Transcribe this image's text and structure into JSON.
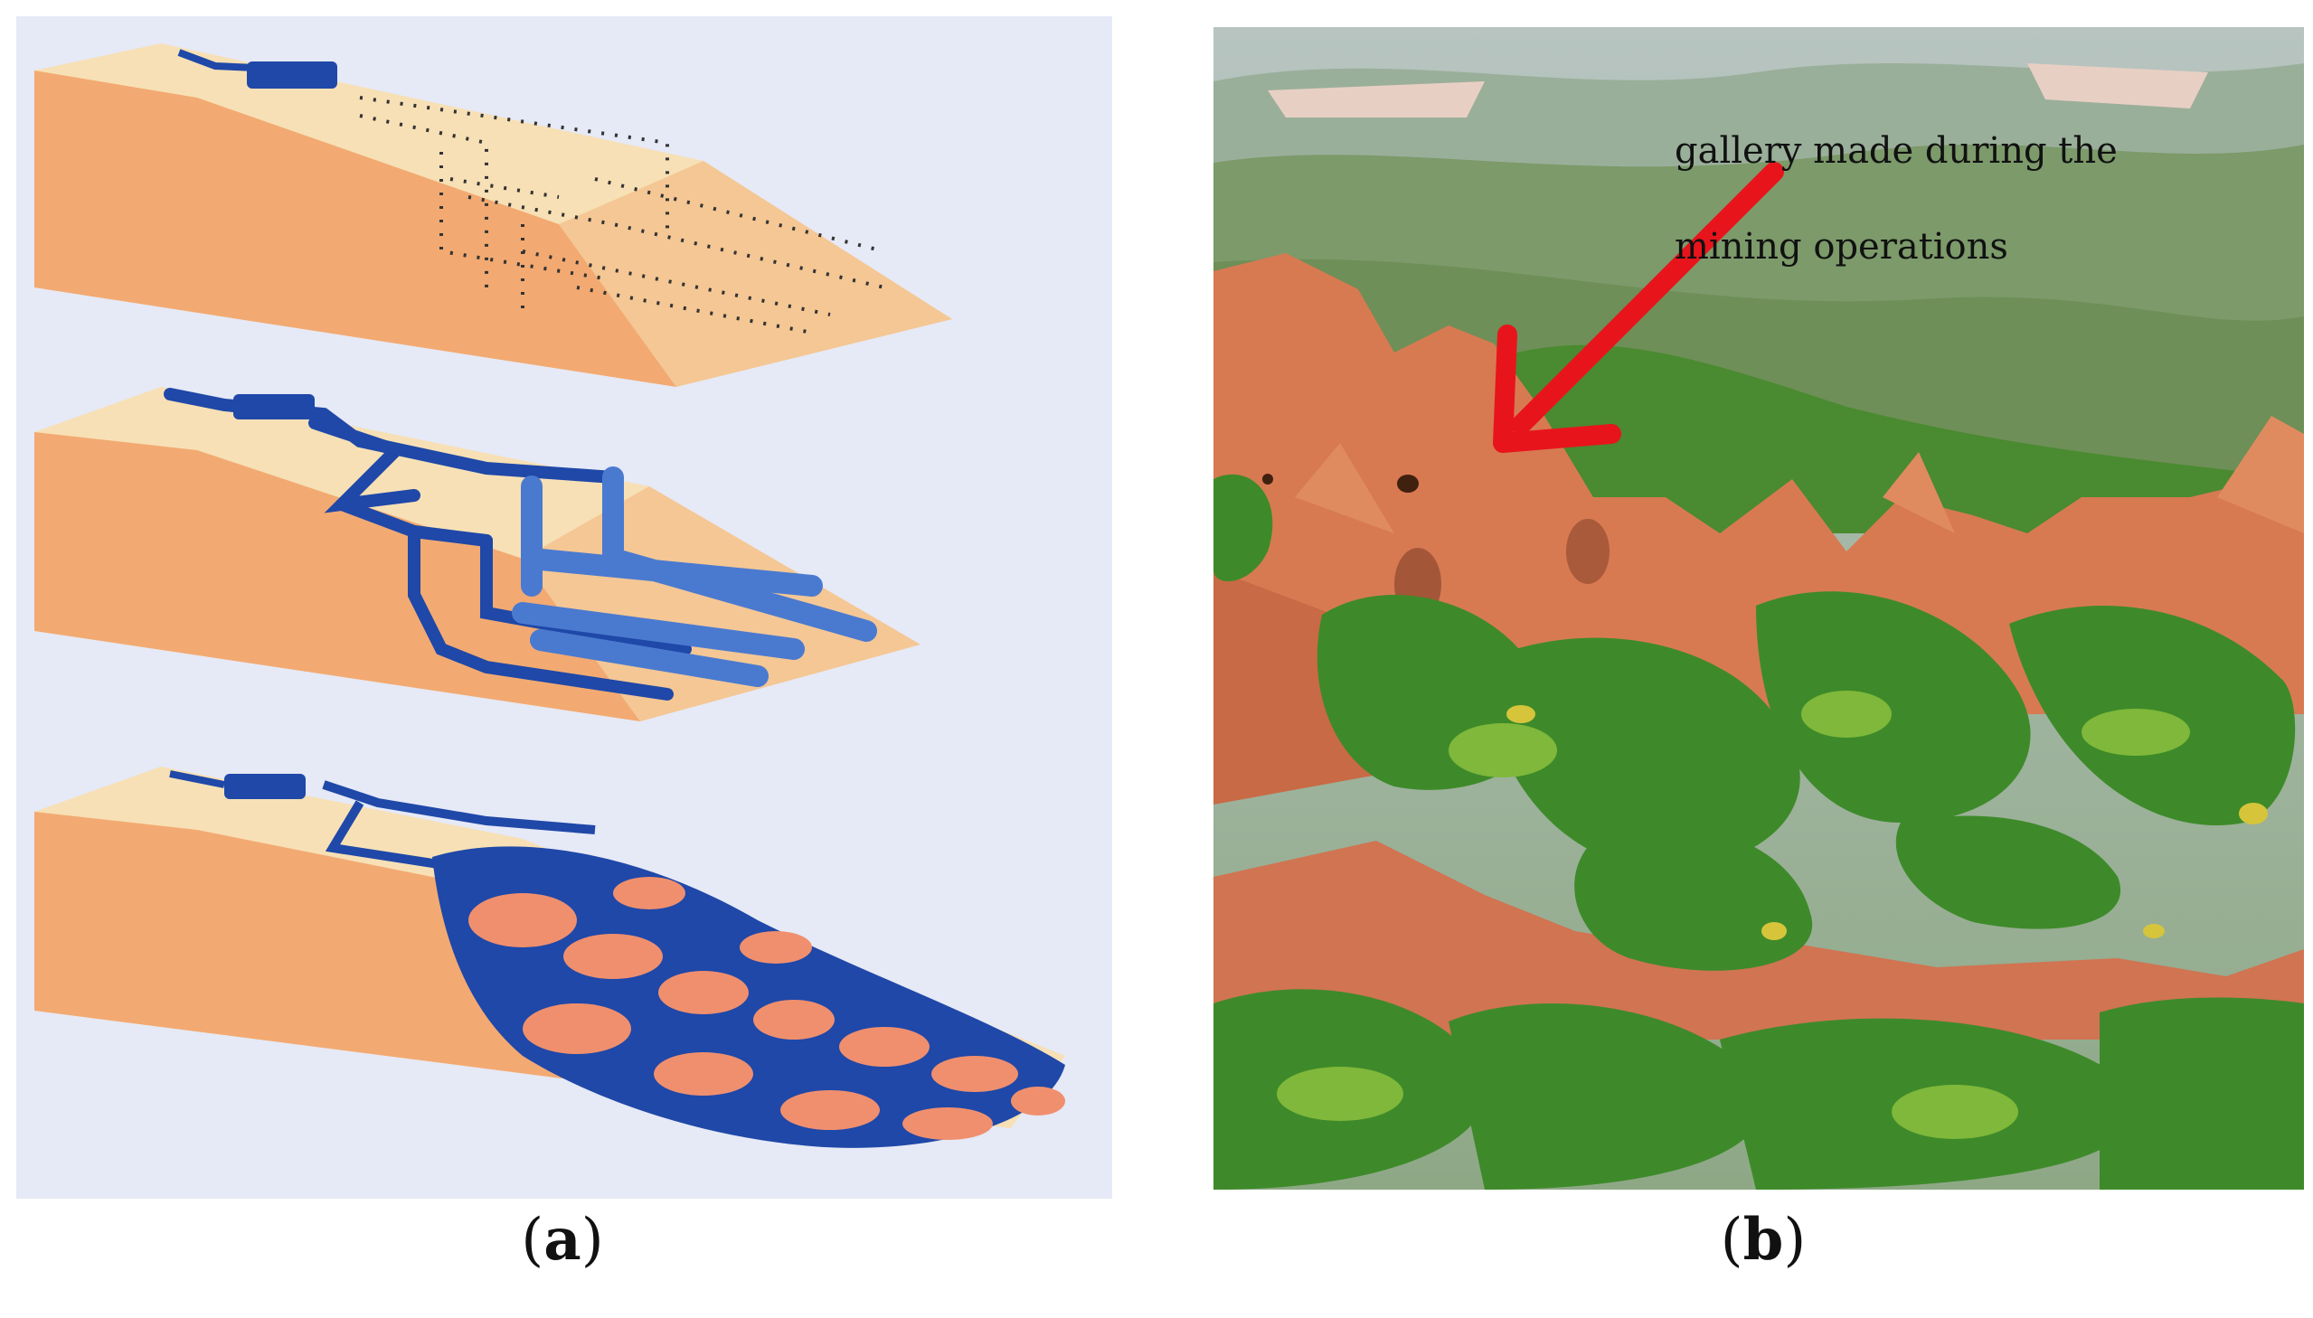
{
  "panel_a": {
    "caption_open": "(",
    "caption_letter": "a",
    "caption_close": ")"
  },
  "panel_b": {
    "caption_open": "(",
    "caption_letter": "b",
    "caption_close": ")",
    "annotation_line1": "gallery made during the",
    "annotation_line2": "mining operations",
    "arrow_color": "#e8141c"
  },
  "colors": {
    "terrain_side": "#f2aa72",
    "terrain_top": "#f7e0b5",
    "water": "#1f48a8",
    "eroded": "#f08f6e",
    "diagram_bg": "#e6e9f6",
    "cliff": "#d77a52",
    "vegetation": "#3e8a2a",
    "sky_hills": "#a9b9a8"
  }
}
